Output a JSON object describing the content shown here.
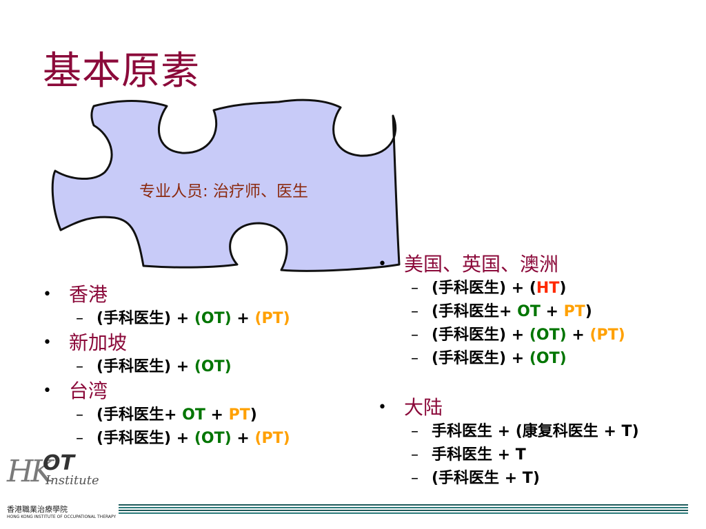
{
  "slide": {
    "title": "基本原素",
    "puzzle_label": "专业人员: 治疗师、医生",
    "colors": {
      "title": "#8b0a3a",
      "puzzle_fill": "#c8cbf8",
      "green": "#007500",
      "orange": "#ffa000",
      "red": "#ff2a00"
    },
    "left_regions": [
      {
        "name": "香港",
        "lines": [
          [
            {
              "t": "(手科医生) + ",
              "c": "black"
            },
            {
              "t": "(OT)",
              "c": "green"
            },
            {
              "t": " + ",
              "c": "black"
            },
            {
              "t": "(PT)",
              "c": "orange"
            }
          ]
        ]
      },
      {
        "name": "新加坡",
        "lines": [
          [
            {
              "t": "(手科医生) + ",
              "c": "black"
            },
            {
              "t": "(OT)",
              "c": "green"
            }
          ]
        ]
      },
      {
        "name": "台湾",
        "lines": [
          [
            {
              "t": "(手科医生+ ",
              "c": "black"
            },
            {
              "t": "OT",
              "c": "green"
            },
            {
              "t": " + ",
              "c": "black"
            },
            {
              "t": "PT",
              "c": "orange"
            },
            {
              "t": ")",
              "c": "black"
            }
          ],
          [
            {
              "t": "(手科医生) + ",
              "c": "black"
            },
            {
              "t": "(OT)",
              "c": "green"
            },
            {
              "t": " + ",
              "c": "black"
            },
            {
              "t": "(PT)",
              "c": "orange"
            }
          ]
        ]
      }
    ],
    "right_regions": [
      {
        "name": "美国、英国、澳洲",
        "lines": [
          [
            {
              "t": "(手科医生) + (",
              "c": "black"
            },
            {
              "t": "HT",
              "c": "red"
            },
            {
              "t": ")",
              "c": "black"
            }
          ],
          [
            {
              "t": "(手科医生+ ",
              "c": "black"
            },
            {
              "t": "OT",
              "c": "green"
            },
            {
              "t": " + ",
              "c": "black"
            },
            {
              "t": "PT",
              "c": "orange"
            },
            {
              "t": ")",
              "c": "black"
            }
          ],
          [
            {
              "t": "(手科医生) + ",
              "c": "black"
            },
            {
              "t": "(OT)",
              "c": "green"
            },
            {
              "t": " + ",
              "c": "black"
            },
            {
              "t": "(PT)",
              "c": "orange"
            }
          ],
          [
            {
              "t": "(手科医生) + ",
              "c": "black"
            },
            {
              "t": "(OT)",
              "c": "green"
            }
          ]
        ]
      },
      {
        "name": "大陆",
        "lines": [
          [
            {
              "t": "手科医生 + (康复科医生 + T)",
              "c": "black"
            }
          ],
          [
            {
              "t": "手科医生 + T",
              "c": "black"
            }
          ],
          [
            {
              "t": "(手科医生 + T)",
              "c": "black"
            }
          ]
        ]
      }
    ],
    "logo": {
      "mark": "HK",
      "ot": "OT",
      "institute": "Institute",
      "chinese_name": "香港職業治療學院",
      "english_name": "HONG KONG INSTITUTE OF OCCUPATIONAL THERAPY"
    },
    "bullet_glyph": "•",
    "dash_glyph": "–"
  }
}
